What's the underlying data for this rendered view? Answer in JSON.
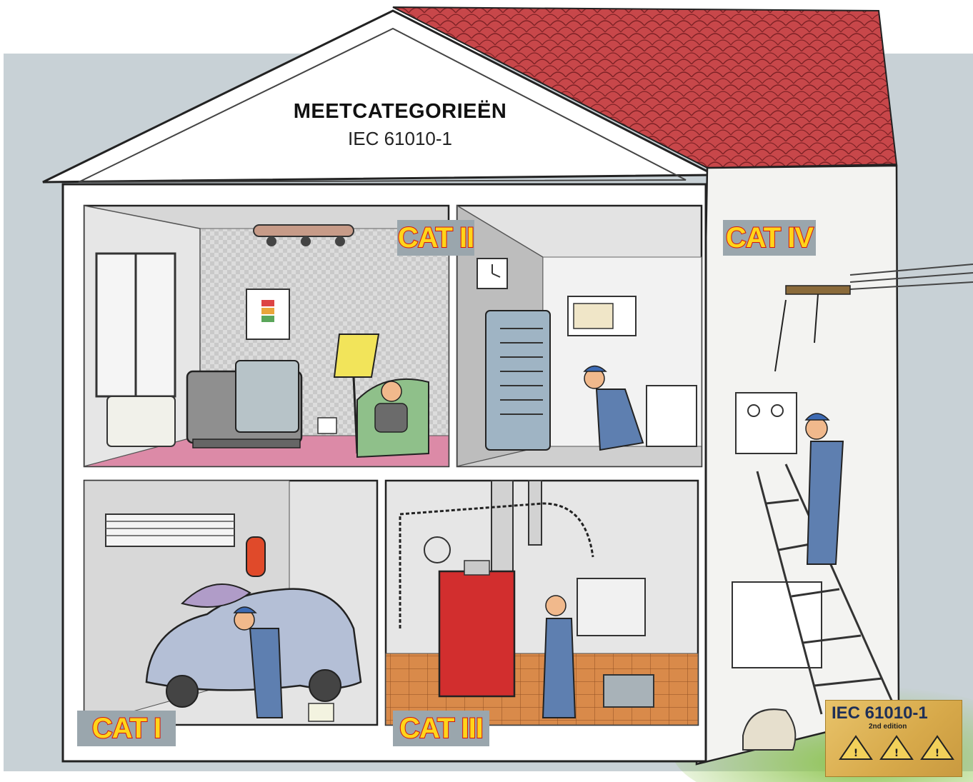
{
  "title": {
    "main": "MEETCATEGORIEËN",
    "sub": "IEC 61010-1"
  },
  "categories": [
    {
      "id": "cat1",
      "label": "CAT I"
    },
    {
      "id": "cat2",
      "label": "CAT II"
    },
    {
      "id": "cat3",
      "label": "CAT III"
    },
    {
      "id": "cat4",
      "label": "CAT IV"
    }
  ],
  "badge": {
    "title": "IEC 61010-1",
    "edition": "2nd edition",
    "icons": [
      "warning-icon",
      "warning-icon",
      "warning-icon"
    ]
  },
  "colors": {
    "sky": "#c8d1d6",
    "roof": "#c8474a",
    "label_bg": "#9aa6ad",
    "label_text": "#ffd51a",
    "label_outline": "#d4140f"
  }
}
